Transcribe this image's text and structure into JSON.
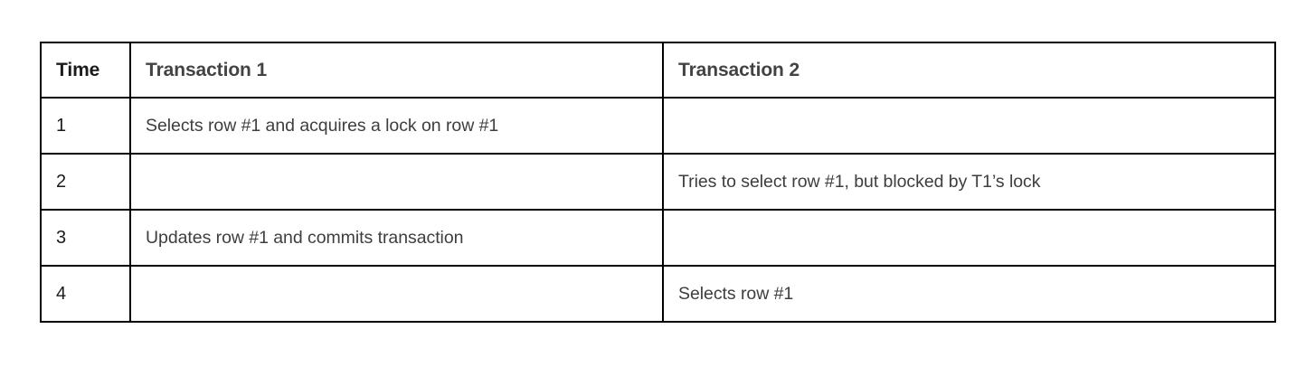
{
  "table": {
    "columns": [
      {
        "key": "time",
        "label": "Time"
      },
      {
        "key": "t1",
        "label": "Transaction 1"
      },
      {
        "key": "t2",
        "label": "Transaction 2"
      }
    ],
    "rows": [
      {
        "time": "1",
        "t1": "Selects row #1 and acquires a lock on row #1",
        "t2": ""
      },
      {
        "time": "2",
        "t1": "",
        "t2": "Tries to select row #1, but blocked by T1’s lock"
      },
      {
        "time": "3",
        "t1": "Updates row #1 and commits transaction",
        "t2": ""
      },
      {
        "time": "4",
        "t1": "",
        "t2": "Selects row #1"
      }
    ]
  },
  "colors": {
    "background": "#ffffff",
    "border": "#000000",
    "header_time_text": "#1b1b1b",
    "header_transaction_text": "#434343",
    "body_text": "#3e3e3e",
    "time_cell_text": "#1b1b1b"
  }
}
